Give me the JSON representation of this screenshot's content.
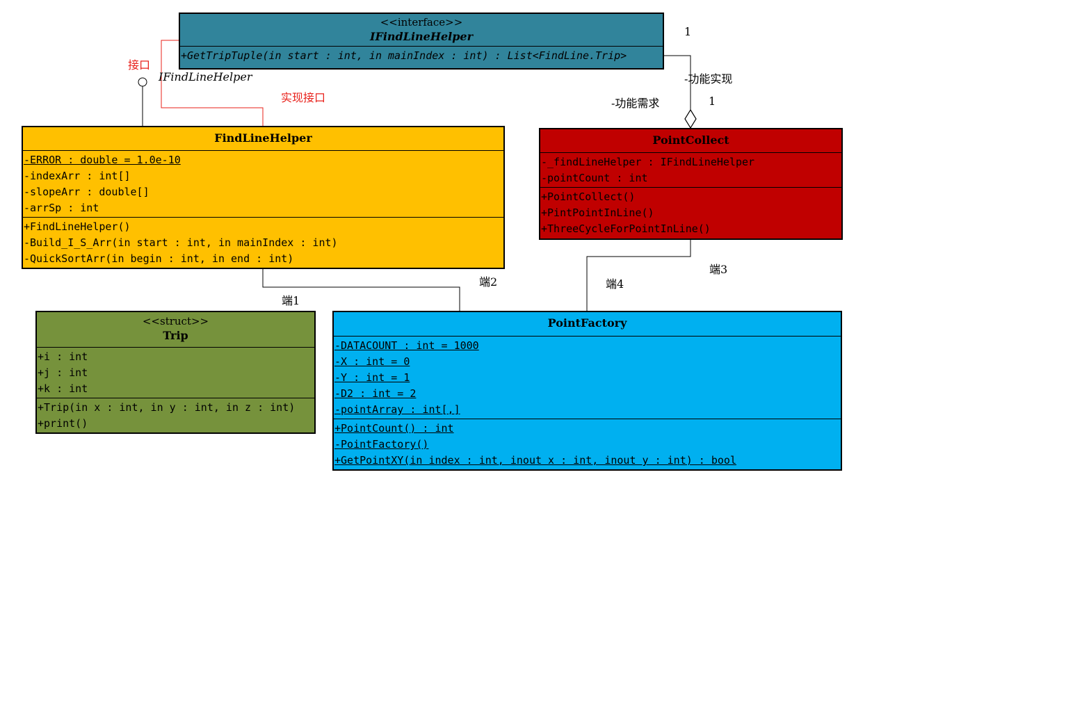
{
  "interface": {
    "stereotype": "<<interface>>",
    "name": "IFindLineHelper",
    "methods": [
      "+GetTripTuple(in start : int, in mainIndex : int) : List<FindLine.Trip>"
    ],
    "color": "#31849b"
  },
  "findLineHelper": {
    "name": "FindLineHelper",
    "attributes": [
      "-ERROR : double = 1.0e-10",
      "-indexArr : int[]",
      "-slopeArr : double[]",
      "-arrSp : int"
    ],
    "methods": [
      "+FindLineHelper()",
      "-Build_I_S_Arr(in start : int, in mainIndex : int)",
      "-QuickSortArr(in begin : int, in end : int)"
    ],
    "color": "#ffc000"
  },
  "pointCollect": {
    "name": "PointCollect",
    "attributes": [
      "-_findLineHelper : IFindLineHelper",
      "-pointCount : int"
    ],
    "methods": [
      "+PointCollect()",
      "+PintPointInLine()",
      "+ThreeCycleForPointInLine()"
    ],
    "color": "#c00000"
  },
  "trip": {
    "stereotype": "<<struct>>",
    "name": "Trip",
    "attributes": [
      "+i : int",
      "+j : int",
      "+k : int"
    ],
    "methods": [
      "+Trip(in x : int, in y : int, in z : int)",
      "+print()"
    ],
    "color": "#76923c"
  },
  "pointFactory": {
    "name": "PointFactory",
    "attributes": [
      "-DATACOUNT : int = 1000",
      "-X : int = 0",
      "-Y : int = 1",
      "-D2 : int = 2",
      "-pointArray : int[,]"
    ],
    "methods": [
      "+PointCount() : int",
      "-PointFactory()",
      "+GetPointXY(in index : int, inout x : int, inout y : int) : bool"
    ],
    "color": "#00b0f0"
  },
  "labels": {
    "interface_port": "接口",
    "interface_name": "IFindLineHelper",
    "realize": "实现接口",
    "func_impl": "-功能实现",
    "func_need": "-功能需求",
    "mult_top": "1",
    "mult_bottom": "1",
    "end1": "端1",
    "end2": "端2",
    "end3": "端3",
    "end4": "端4"
  },
  "line_colors": {
    "association": "#000000",
    "realization": "#e8201a"
  }
}
